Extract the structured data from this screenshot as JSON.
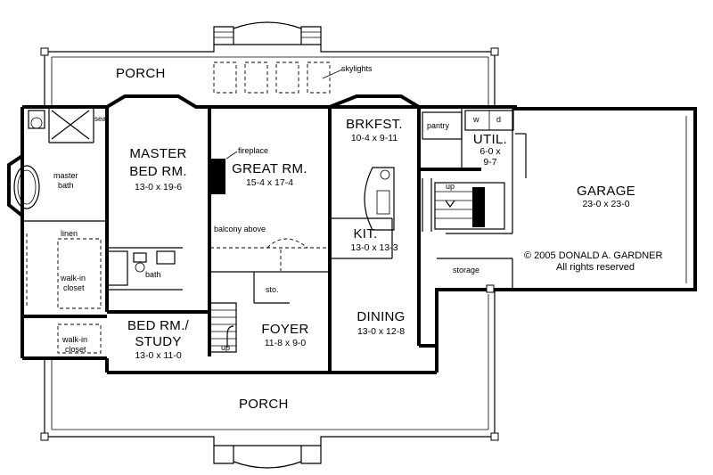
{
  "rooms": {
    "porch_top": {
      "name": "PORCH"
    },
    "skylights": {
      "name": "skylights"
    },
    "master_bed": {
      "name_line1": "MASTER",
      "name_line2": "BED RM.",
      "dims": "13-0  x  19-6"
    },
    "master_bath": {
      "name_line1": "master",
      "name_line2": "bath"
    },
    "seat": {
      "name": "seat"
    },
    "linen": {
      "name": "linen"
    },
    "walkin_closet_master": {
      "name_line1": "walk-in",
      "name_line2": "closet"
    },
    "bath": {
      "name": "bath"
    },
    "great_room": {
      "name": "GREAT RM.",
      "dims": "15-4  x  17-4"
    },
    "fireplace": {
      "name": "fireplace"
    },
    "balcony": {
      "name": "balcony above"
    },
    "breakfast": {
      "name": "BRKFST.",
      "dims": "10-4  x  9-11"
    },
    "pantry": {
      "name": "pantry"
    },
    "utility": {
      "name": "UTIL.",
      "dims_line1": "6-0  x",
      "dims_line2": "9-7",
      "washer": "w",
      "dryer": "d"
    },
    "up_stair_right": {
      "name": "up"
    },
    "kitchen": {
      "name": "KIT.",
      "dims": "13-0  x  13-3"
    },
    "garage": {
      "name": "GARAGE",
      "dims": "23-0  x  23-0"
    },
    "storage": {
      "name": "storage"
    },
    "bed_study": {
      "name_line1": "BED RM./",
      "name_line2": "STUDY",
      "dims": "13-0  x  11-0"
    },
    "walkin_closet_study": {
      "name_line1": "walk-in",
      "name_line2": "closet"
    },
    "foyer": {
      "name": "FOYER",
      "dims": "11-8  x  9-0"
    },
    "sto": {
      "name": "sto."
    },
    "up_stair_foyer": {
      "name": "up"
    },
    "dining": {
      "name": "DINING",
      "dims": "13-0  x  12-8"
    },
    "porch_bottom": {
      "name": "PORCH"
    }
  },
  "copyright": {
    "line1": "© 2005 DONALD A. GARDNER",
    "line2": "All rights reserved"
  }
}
